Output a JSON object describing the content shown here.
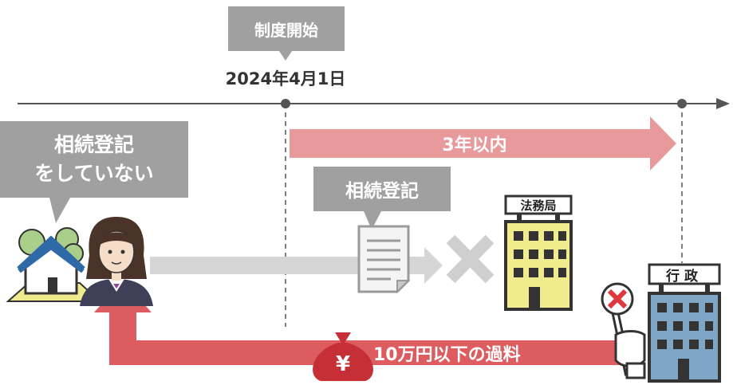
{
  "timeline": {
    "start_label": "制度開始",
    "start_date": "2024年4月1日"
  },
  "person": {
    "callout": "相続登記\nをしていない"
  },
  "period": {
    "label": "3年以内"
  },
  "document": {
    "callout": "相続登記"
  },
  "buildings": {
    "legal_office": "法務局",
    "government": "行政"
  },
  "penalty": {
    "yen_symbol": "¥",
    "label": "10万円以下の過料"
  },
  "colors": {
    "timeline": "#555555",
    "callout": "#a0a0a0",
    "pink_arrow": "#e8999b",
    "red_arrow": "#dc5c60",
    "gray_arrow": "#d3d3d3",
    "building_yellow": "#f0eb8c",
    "building_blue": "#7fa6c4"
  }
}
